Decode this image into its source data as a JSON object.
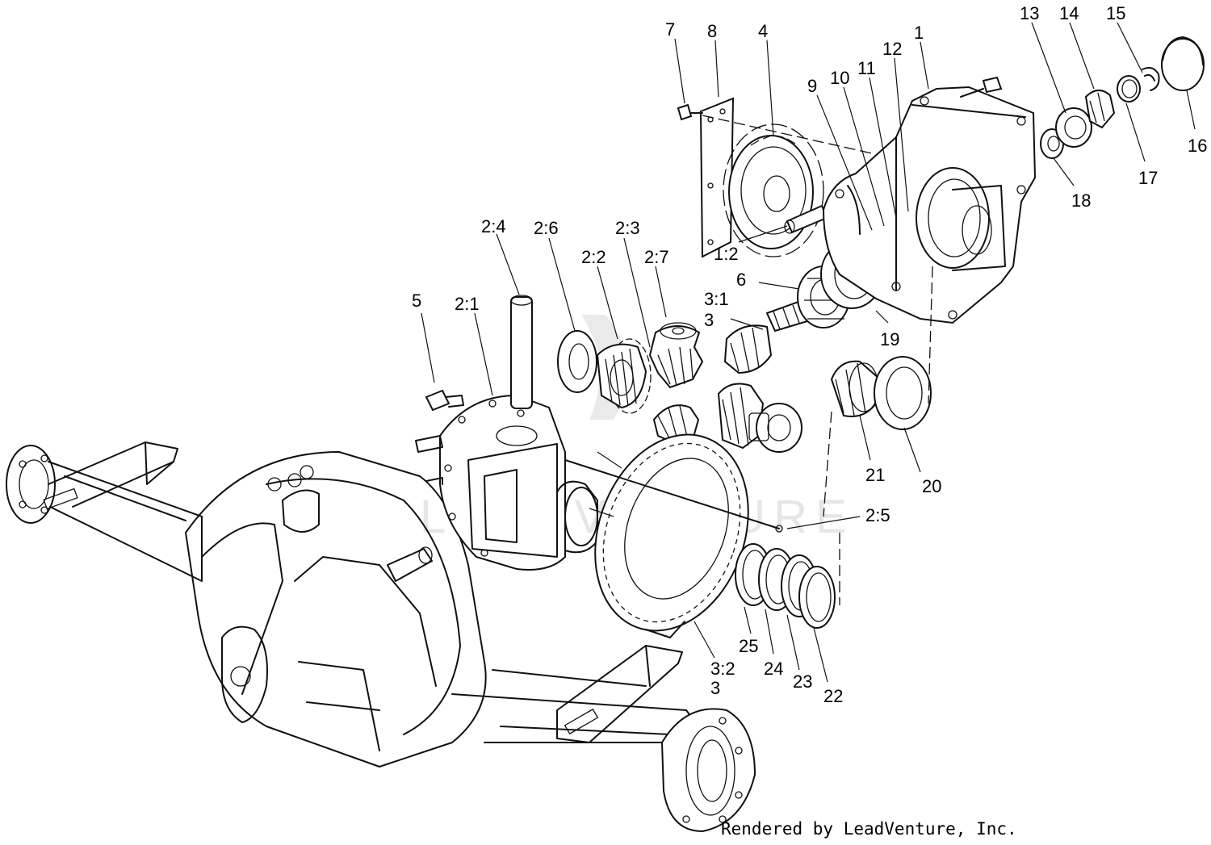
{
  "callouts": [
    {
      "id": "c7",
      "text": "7"
    },
    {
      "id": "c8",
      "text": "8"
    },
    {
      "id": "c4",
      "text": "4"
    },
    {
      "id": "c1",
      "text": "1"
    },
    {
      "id": "c9",
      "text": "9"
    },
    {
      "id": "c10",
      "text": "10"
    },
    {
      "id": "c11",
      "text": "11"
    },
    {
      "id": "c12",
      "text": "12"
    },
    {
      "id": "c13",
      "text": "13"
    },
    {
      "id": "c14",
      "text": "14"
    },
    {
      "id": "c15",
      "text": "15"
    },
    {
      "id": "c16",
      "text": "16"
    },
    {
      "id": "c17",
      "text": "17"
    },
    {
      "id": "c18",
      "text": "18"
    },
    {
      "id": "c1_2",
      "text": "1:2"
    },
    {
      "id": "c6",
      "text": "6"
    },
    {
      "id": "c19",
      "text": "19"
    },
    {
      "id": "c3_1",
      "text": "3:1"
    },
    {
      "id": "c3a",
      "text": "3"
    },
    {
      "id": "c2_4",
      "text": "2:4"
    },
    {
      "id": "c2_6",
      "text": "2:6"
    },
    {
      "id": "c2_3",
      "text": "2:3"
    },
    {
      "id": "c2_2",
      "text": "2:2"
    },
    {
      "id": "c2_7",
      "text": "2:7"
    },
    {
      "id": "c5",
      "text": "5"
    },
    {
      "id": "c2_1",
      "text": "2:1"
    },
    {
      "id": "c21",
      "text": "21"
    },
    {
      "id": "c20",
      "text": "20"
    },
    {
      "id": "c2_5",
      "text": "2:5"
    },
    {
      "id": "c25",
      "text": "25"
    },
    {
      "id": "c24",
      "text": "24"
    },
    {
      "id": "c23",
      "text": "23"
    },
    {
      "id": "c22",
      "text": "22"
    },
    {
      "id": "c3_2",
      "text": "3:2"
    },
    {
      "id": "c3b",
      "text": "3"
    }
  ],
  "credit": "Rendered by LeadVenture, Inc.",
  "watermark": "LEADVENTURE",
  "colors": {
    "line": "#111111",
    "background": "#ffffff",
    "watermark": "#c8c8c8"
  }
}
